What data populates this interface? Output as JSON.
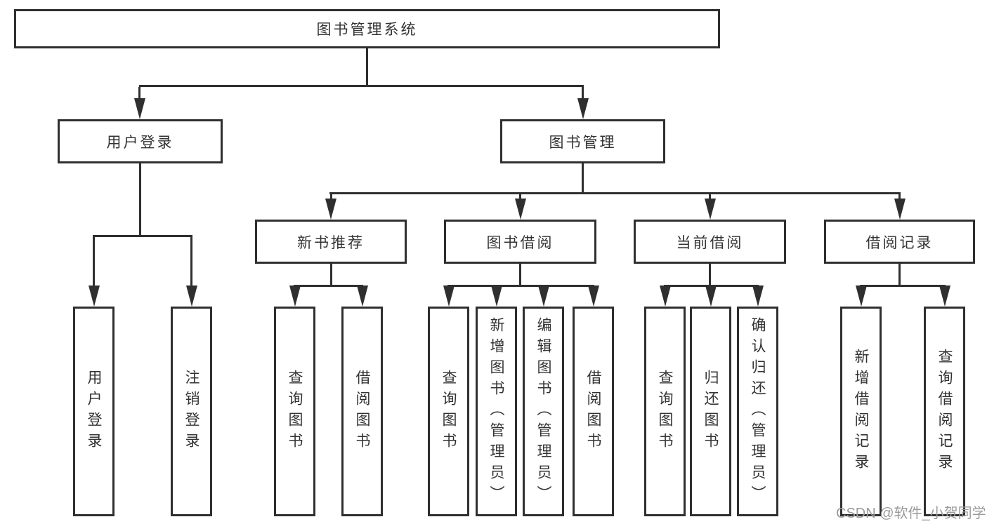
{
  "diagram": {
    "root": "图书管理系统",
    "login_branch": {
      "label": "用户登录",
      "leaves": [
        "用户登录",
        "注销登录"
      ]
    },
    "management_branch": {
      "label": "图书管理",
      "sections": [
        {
          "label": "新书推荐",
          "leaves": [
            "查询图书",
            "借阅图书"
          ]
        },
        {
          "label": "图书借阅",
          "leaves": [
            "查询图书",
            "新增图书（管理员）",
            "编辑图书（管理员）",
            "借阅图书"
          ]
        },
        {
          "label": "当前借阅",
          "leaves": [
            "查询图书",
            "归还图书",
            "确认归还（管理员）"
          ]
        },
        {
          "label": "借阅记录",
          "leaves": [
            "新增借阅记录",
            "查询借阅记录"
          ]
        }
      ]
    }
  },
  "watermark": "CSDN @软件_小贺同学",
  "colors": {
    "line": "#2f2f2f",
    "text": "#333333",
    "watermark_text": "#9b9b9b",
    "background": "#ffffff"
  }
}
